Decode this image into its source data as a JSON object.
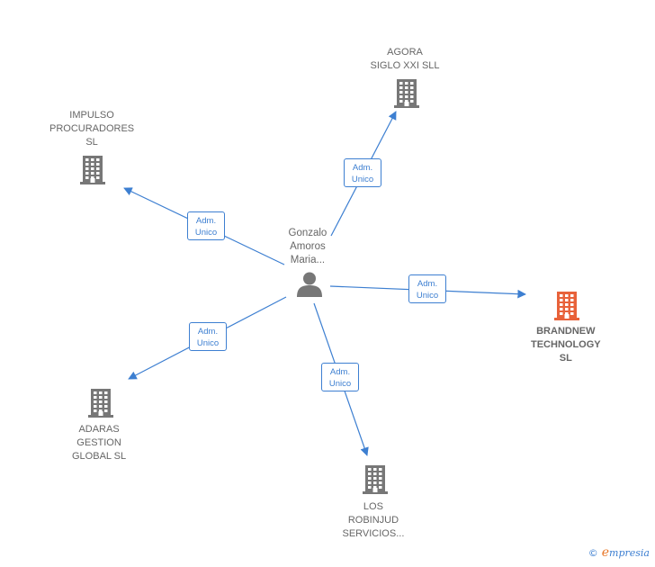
{
  "colors": {
    "edge": "#3d7fd1",
    "node": "#777777",
    "focus_node": "#e8623a",
    "label": "#666666"
  },
  "center": {
    "label_lines": [
      "Gonzalo",
      "Amoros",
      "Maria..."
    ],
    "icon": "person-icon"
  },
  "companies": [
    {
      "id": "agora",
      "label_lines": [
        "AGORA",
        "SIGLO XXI SLL"
      ],
      "icon": "building-icon",
      "focus": false
    },
    {
      "id": "impulso",
      "label_lines": [
        "IMPULSO",
        "PROCURADORES",
        "SL"
      ],
      "icon": "building-icon",
      "focus": false
    },
    {
      "id": "brandnew",
      "label_lines": [
        "BRANDNEW",
        "TECHNOLOGY",
        "SL"
      ],
      "icon": "building-icon",
      "focus": true
    },
    {
      "id": "adaras",
      "label_lines": [
        "ADARAS",
        "GESTION",
        "GLOBAL  SL"
      ],
      "icon": "building-icon",
      "focus": false
    },
    {
      "id": "losrobinjud",
      "label_lines": [
        "LOS",
        "ROBINJUD",
        "SERVICIOS..."
      ],
      "icon": "building-icon",
      "focus": false
    }
  ],
  "edges": [
    {
      "to": "agora",
      "label_lines": [
        "Adm.",
        "Unico"
      ]
    },
    {
      "to": "impulso",
      "label_lines": [
        "Adm.",
        "Unico"
      ]
    },
    {
      "to": "brandnew",
      "label_lines": [
        "Adm.",
        "Unico"
      ]
    },
    {
      "to": "adaras",
      "label_lines": [
        "Adm.",
        "Unico"
      ]
    },
    {
      "to": "losrobinjud",
      "label_lines": [
        "Adm.",
        "Unico"
      ]
    }
  ],
  "watermark": {
    "copyright": "©",
    "brand_initial": "e",
    "brand_rest": "mpresia"
  }
}
